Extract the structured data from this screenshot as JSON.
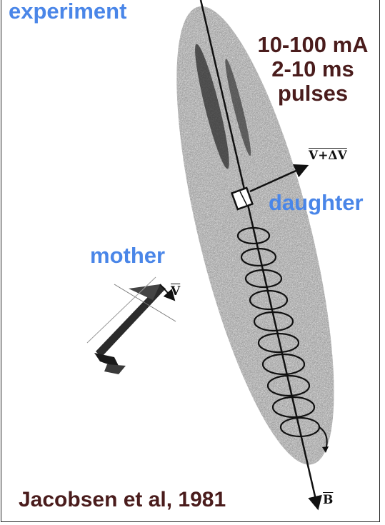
{
  "labels": {
    "experiment": "experiment",
    "pulse_current": "10-100 mA",
    "pulse_duration": "2-10 ms",
    "pulse_word": "pulses",
    "daughter": "daughter",
    "mother": "mother",
    "credit": "Jacobsen et al, 1981"
  },
  "vectors": {
    "daughter_velocity": "V+ΔV",
    "mother_velocity": "V",
    "field": "B"
  },
  "colors": {
    "label_blue": "#4a86e8",
    "label_brown": "#4a1c1c",
    "cell_texture": "#2a2a2a"
  }
}
